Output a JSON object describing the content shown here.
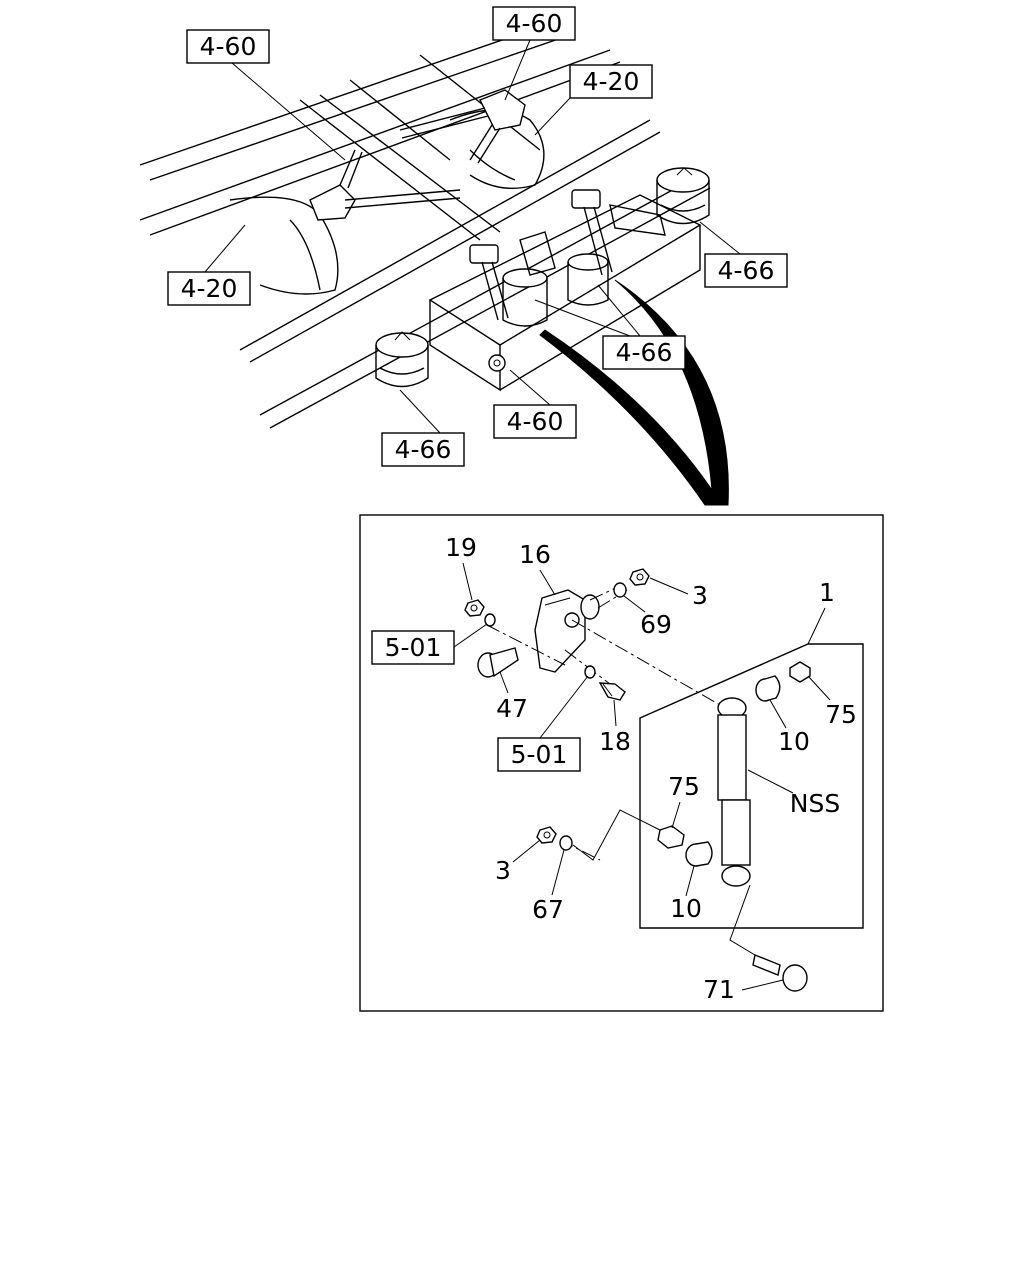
{
  "callouts": {
    "ref_460_top_left": "4-60",
    "ref_460_top": "4-60",
    "ref_420_top": "4-20",
    "ref_420_left": "4-20",
    "ref_466_right": "4-66",
    "ref_466_center": "4-66",
    "ref_466_left": "4-66",
    "ref_460_bottom": "4-60",
    "ref_501_upper": "5-01",
    "ref_501_lower": "5-01"
  },
  "parts": {
    "p19": "19",
    "p16": "16",
    "p3_upper": "3",
    "p69": "69",
    "p1": "1",
    "p47": "47",
    "p18": "18",
    "p75_upper": "75",
    "p10_upper": "10",
    "nss": "NSS",
    "p75_lower": "75",
    "p3_lower": "3",
    "p10_lower": "10",
    "p67": "67",
    "p71": "71"
  }
}
